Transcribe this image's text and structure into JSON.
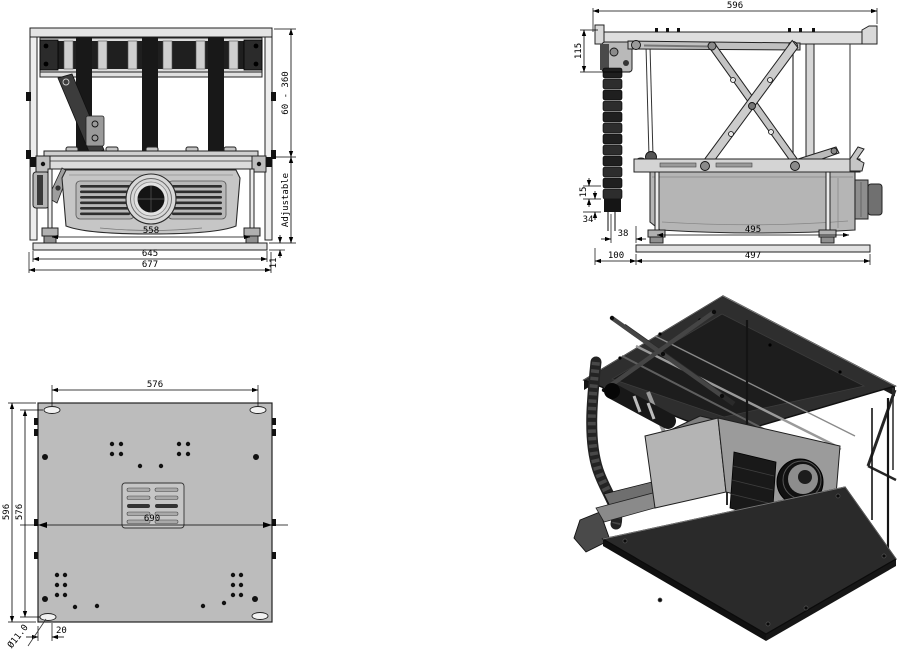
{
  "drawing": {
    "background": "#ffffff",
    "line_color": "#1a1a1a",
    "body_gray": "#c6c6c6",
    "dark_gray": "#1e1e1e",
    "front": {
      "dims": {
        "inner_width": "558",
        "mid_width": "645",
        "outer_width": "677",
        "height_range": "60 - 360",
        "adjustable": "Adjustable",
        "base_gap": "11"
      }
    },
    "side": {
      "dims": {
        "overall_width": "596",
        "head_height": "115",
        "chain_pitch": "15",
        "chain_drop": "34",
        "chain_to_plate": "38",
        "foot_span": "495",
        "side_margin": "100",
        "plate_width": "497"
      }
    },
    "bottom": {
      "dims": {
        "top_slot_span": "576",
        "outer_depth": "596",
        "inner_depth": "576",
        "mid_width": "690",
        "corner_offset": "20",
        "hole_diameter": "Ø11.0"
      }
    }
  }
}
